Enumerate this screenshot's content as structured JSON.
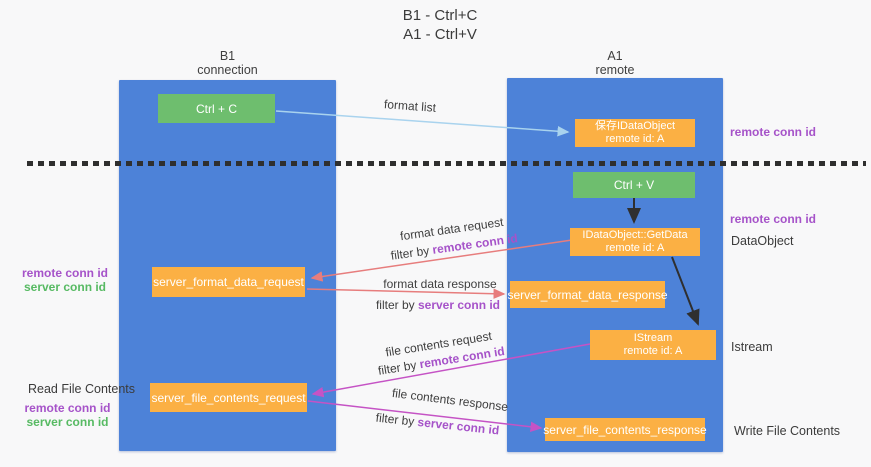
{
  "title": {
    "line1": "B1 - Ctrl+C",
    "line2": "A1 - Ctrl+V"
  },
  "lanes": {
    "left": {
      "name": "B1",
      "role": "connection"
    },
    "right": {
      "name": "A1",
      "role": "remote"
    }
  },
  "nodes": {
    "ctrl_c": {
      "label": "Ctrl + C"
    },
    "ctrl_v": {
      "label": "Ctrl + V"
    },
    "save_dataobject": {
      "line1": "保存IDataObject",
      "line2": "remote id: A"
    },
    "getdata": {
      "line1": "IDataObject::GetData",
      "line2": "remote id: A"
    },
    "istream": {
      "line1": "IStream",
      "line2": "remote id: A"
    },
    "server_format_data_request": {
      "label": "server_format_data_request"
    },
    "server_format_data_response": {
      "label": "server_format_data_response"
    },
    "server_file_contents_request": {
      "label": "server_file_contents_request"
    },
    "server_file_contents_response": {
      "label": "server_file_contents_response"
    }
  },
  "flows": {
    "format_list": {
      "label": "format list"
    },
    "format_data_request": {
      "line1": "format data request",
      "filter_prefix": "filter by ",
      "filter_value": "remote conn id"
    },
    "format_data_response": {
      "line1": "format data response",
      "filter_prefix": "filter by ",
      "filter_value": "server conn id"
    },
    "file_contents_request": {
      "line1": "file contents request",
      "filter_prefix": "filter by ",
      "filter_value": "remote conn id"
    },
    "file_contents_response": {
      "line1": "file contents response",
      "filter_prefix": "filter by ",
      "filter_value": "server conn id"
    }
  },
  "side_labels": {
    "right_remote_conn_id_top": "remote conn id",
    "right_remote_conn_id_mid": "remote conn id",
    "right_dataobject": "DataObject",
    "right_istream": "Istream",
    "right_write_file_contents": "Write File Contents",
    "left_remote_conn_id_mid": "remote conn id",
    "left_server_conn_id_mid": "server conn id",
    "left_read_file_contents": "Read File Contents",
    "left_remote_conn_id_bottom": "remote conn id",
    "left_server_conn_id_bottom": "server conn id"
  },
  "colors": {
    "lane_blue": "#4d82d8",
    "node_green": "#6ebe6e",
    "node_orange": "#fbb044",
    "arrow_light_blue": "#a9d3ee",
    "arrow_black": "#2f2f2f",
    "arrow_salmon": "#e77d7d",
    "arrow_magenta": "#c553c5",
    "text_purple": "#a653c9",
    "text_green": "#57ba63",
    "background": "#f8f8f9"
  }
}
